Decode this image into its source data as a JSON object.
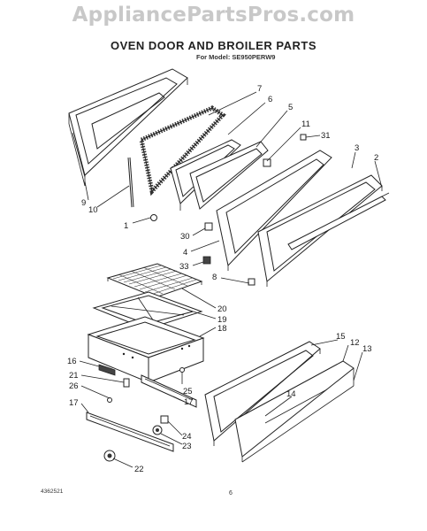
{
  "watermark": "AppliancePartsPros.com",
  "title": "OVEN DOOR AND BROILER PARTS",
  "subtitle": "For Model: SE950PERW9",
  "doc_code": "4362521",
  "page_number": "6",
  "callouts": [
    "1",
    "2",
    "3",
    "4",
    "5",
    "6",
    "7",
    "8",
    "9",
    "10",
    "11",
    "12",
    "13",
    "14",
    "15",
    "16",
    "17",
    "17",
    "18",
    "19",
    "20",
    "21",
    "22",
    "23",
    "24",
    "25",
    "26",
    "30",
    "31",
    "33"
  ]
}
